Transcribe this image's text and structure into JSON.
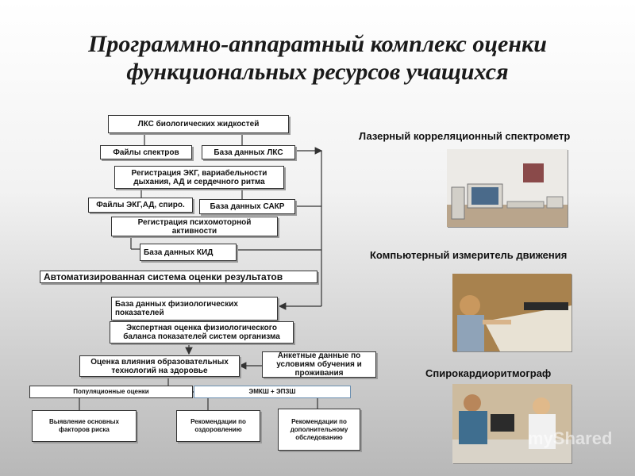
{
  "title": {
    "line1": "Программно-аппаратный комплекс оценки",
    "line2": "функциональных ресурсов учащихся"
  },
  "diagram": {
    "lks": "ЛКС биологических жидкостей",
    "spectra_files": "Файлы спектров",
    "lks_db": "База данных ЛКС",
    "ecg_reg": "Регистрация ЭКГ, вариабельности дыхания, АД и сердечного ритма",
    "ecg_files": "Файлы ЭКГ,АД, спиро.",
    "sakr_db": "База данных САКР",
    "psycho_reg": "Регистрация психомоторной активности",
    "kid_db": "База данных КИД",
    "auto_system": "Автоматизированная система оценки результатов",
    "physio_db": "База данных физиологических показателей",
    "expert": "Экспертная оценка физиологического баланса показателей систем организма",
    "influence": "Оценка влияния образовательных технологий на здоровье",
    "questionnaire": "Анкетные данные по условиям обучения и проживания",
    "population": "Популяционные оценки",
    "emksh": "ЭМКШ + ЭПЗШ",
    "risk_factors": "Выявление основных факторов риска",
    "recommend_health": "Рекомендации по оздоровлению",
    "recommend_exam": "Рекомендации по дополнительному обследованию"
  },
  "devices": {
    "laser": "Лазерный корреляционный спектрометр",
    "motion": "Компьютерный измеритель движения",
    "spiro": "Спирокардиоритмограф"
  },
  "watermark": "myShared",
  "colors": {
    "line": "#333333"
  }
}
